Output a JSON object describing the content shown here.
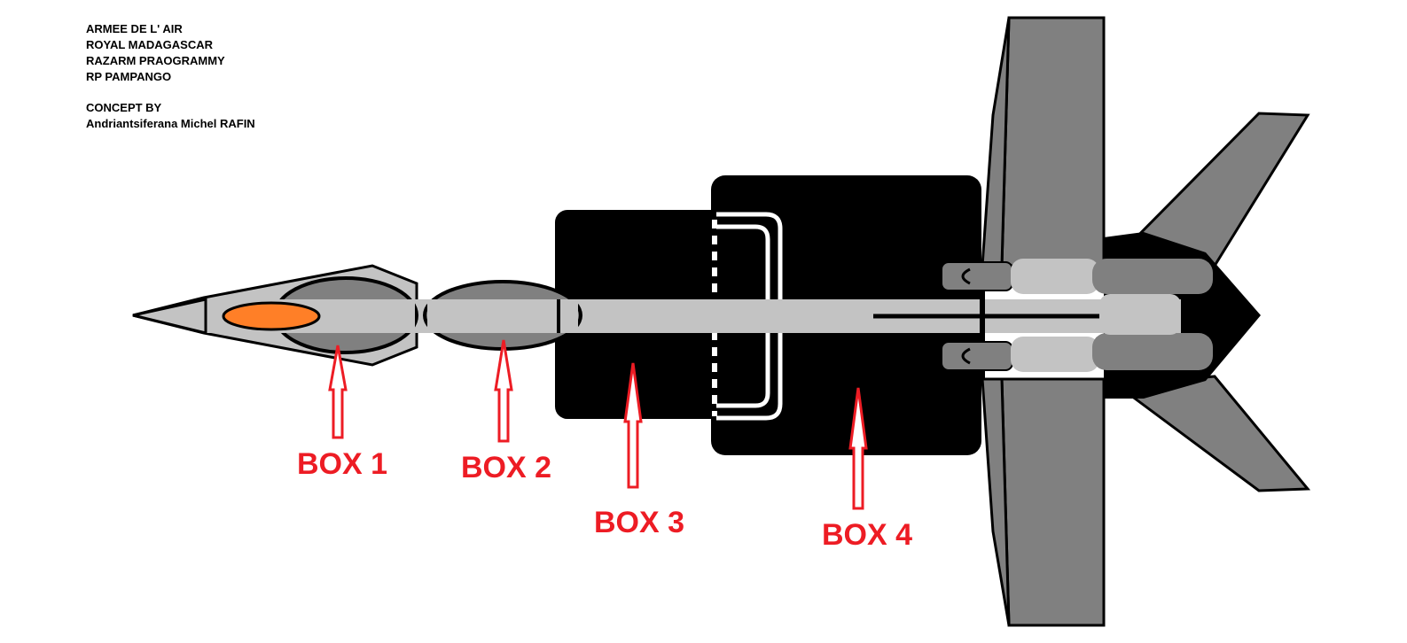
{
  "credits": {
    "line1": "ARMEE DE L' AIR",
    "line2": "ROYAL MADAGASCAR",
    "line3": "RAZARM PRAOGRAMMY",
    "line4": "RP  PAMPANGO",
    "line5": "CONCEPT BY",
    "line6": "Andriantsiferana Michel RAFIN"
  },
  "labels": {
    "box1": "BOX 1",
    "box2": "BOX 2",
    "box3": "BOX 3",
    "box4": "BOX 4"
  },
  "colors": {
    "arrow": "#ed1c24",
    "body_black": "#000000",
    "dark_grey": "#808080",
    "light_grey": "#c3c3c3",
    "canopy_orange": "#ff7f27"
  }
}
